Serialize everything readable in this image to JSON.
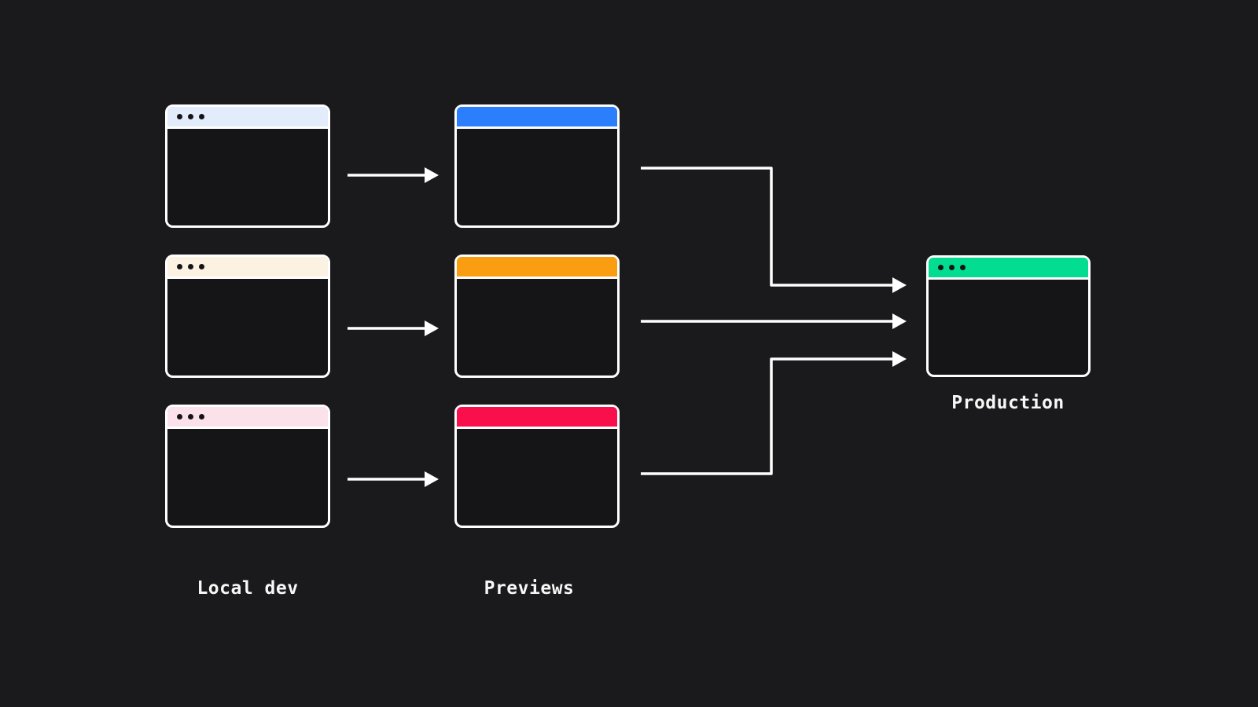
{
  "theme": {
    "background": "#1a1a1c",
    "window_body": "#151517",
    "stroke": "#ffffff",
    "text": "#f7f7f7",
    "dot_color": "#141416"
  },
  "columns": {
    "local": {
      "label": "Local dev"
    },
    "previews": {
      "label": "Previews"
    },
    "production": {
      "label": "Production"
    }
  },
  "windows": {
    "local_1": {
      "bar_color": "#e3ecfb",
      "dots": true
    },
    "local_2": {
      "bar_color": "#fbf2e2",
      "dots": true
    },
    "local_3": {
      "bar_color": "#fbe2ea",
      "dots": true
    },
    "preview_1": {
      "bar_color": "#2b7ffc",
      "dots": false
    },
    "preview_2": {
      "bar_color": "#fb9d10",
      "dots": false
    },
    "preview_3": {
      "bar_color": "#fa0f4d",
      "dots": false
    },
    "production": {
      "bar_color": "#03dd92",
      "dots": true
    }
  },
  "icons": {
    "window_dot": "circle",
    "arrow": "right-arrow"
  },
  "flows": [
    {
      "from": "local-1",
      "to": "preview-1"
    },
    {
      "from": "local-2",
      "to": "preview-2"
    },
    {
      "from": "local-3",
      "to": "preview-3"
    },
    {
      "from": "preview-1",
      "to": "production"
    },
    {
      "from": "preview-2",
      "to": "production"
    },
    {
      "from": "preview-3",
      "to": "production"
    }
  ]
}
